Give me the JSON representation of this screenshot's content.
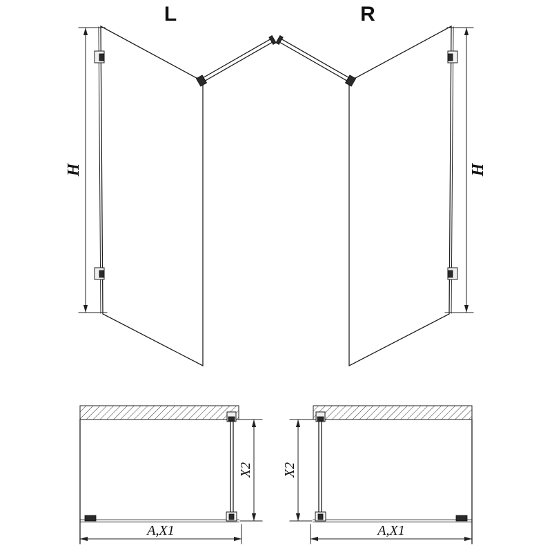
{
  "diagram": {
    "left_variant": {
      "label": "L",
      "height_dimension": "H",
      "plan": {
        "depth_dimension": "X2",
        "width_dimension": "A,X1"
      }
    },
    "right_variant": {
      "label": "R",
      "height_dimension": "H",
      "plan": {
        "depth_dimension": "X2",
        "width_dimension": "A,X1"
      }
    }
  },
  "colors": {
    "line": "#1f1f1f",
    "background": "#ffffff",
    "fitting_dark": "#2a2a2a"
  }
}
